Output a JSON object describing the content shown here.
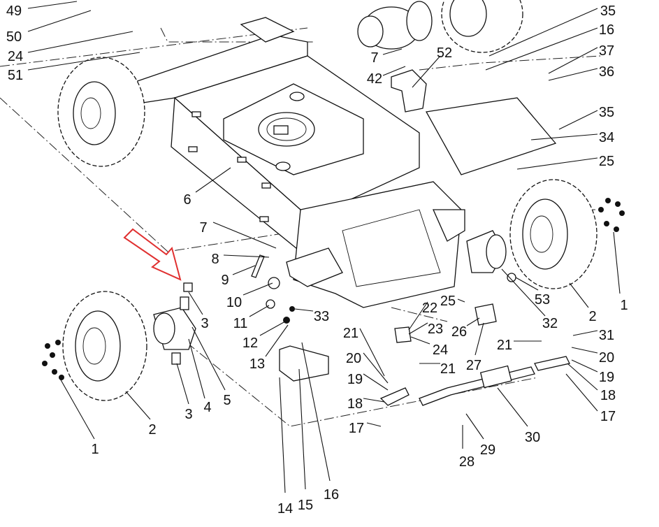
{
  "diagram": {
    "type": "exploded parts diagram",
    "callouts": [
      "49",
      "50",
      "24",
      "51",
      "35",
      "16",
      "37",
      "36",
      "35",
      "34",
      "25",
      "52",
      "7",
      "42",
      "6",
      "7",
      "8",
      "9",
      "10",
      "11",
      "12",
      "13",
      "33",
      "3",
      "3",
      "4",
      "5",
      "2",
      "1",
      "22",
      "23",
      "24",
      "25",
      "26",
      "27",
      "53",
      "32",
      "2",
      "1",
      "21",
      "20",
      "19",
      "18",
      "17",
      "21",
      "21",
      "31",
      "20",
      "19",
      "18",
      "17",
      "30",
      "29",
      "28",
      "14",
      "15",
      "16"
    ],
    "colors": {
      "line": "#111111",
      "arrow": "#e03030"
    }
  }
}
